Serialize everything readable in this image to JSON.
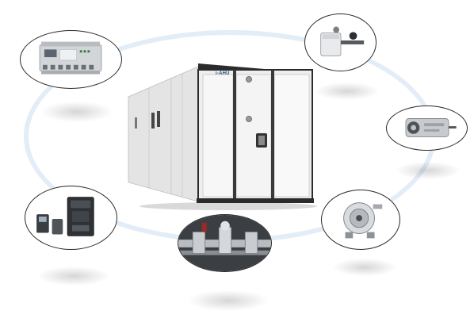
{
  "product": {
    "label": "i-AHU"
  },
  "components": [
    {
      "name": "controller",
      "icon": "plc-controller-icon"
    },
    {
      "name": "sensor",
      "icon": "duct-sensor-icon"
    },
    {
      "name": "actuator",
      "icon": "damper-actuator-icon"
    },
    {
      "name": "pressure-switch",
      "icon": "pressure-switch-icon"
    },
    {
      "name": "valve-assembly",
      "icon": "valve-assembly-icon"
    },
    {
      "name": "frequency-drive",
      "icon": "frequency-drive-icon"
    }
  ],
  "colors": {
    "ring": "#e2edf8",
    "cabinet": "#e8e8e8",
    "frame": "#2b2b2b",
    "label": "#1a4e8c"
  }
}
